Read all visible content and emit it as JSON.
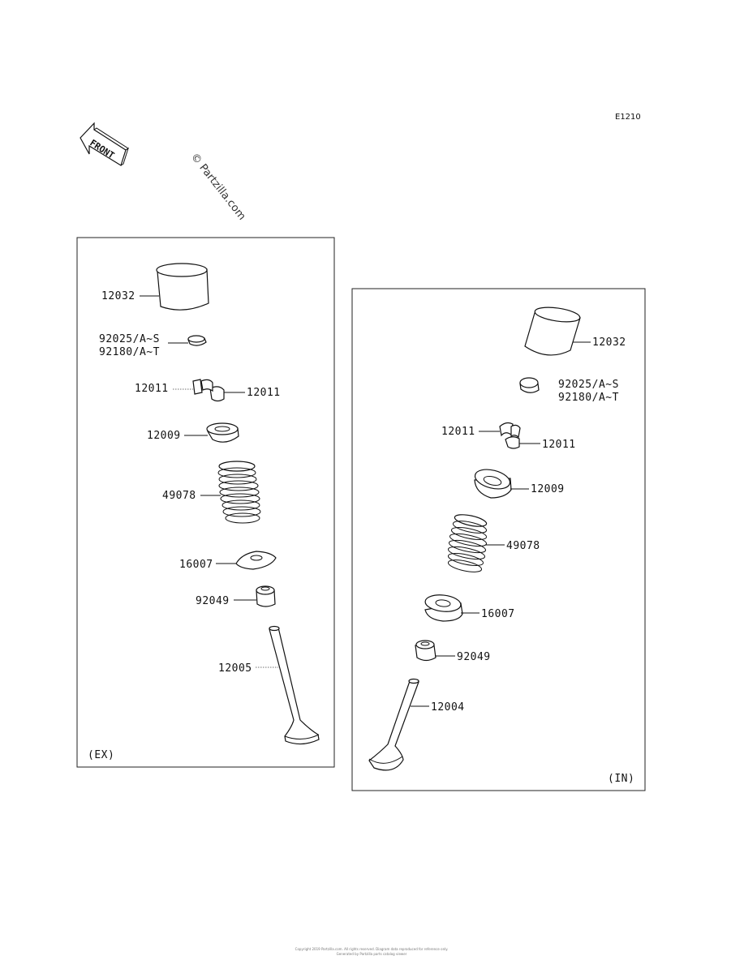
{
  "diagram_code": "E1210",
  "watermark": "© Partzilla.com",
  "front_label": "FRONT",
  "footer_line1": "Copyright 2019 Partzilla.com. All rights reserved. Diagram data reproduced for reference only.",
  "footer_line2": "Generated by Partzilla parts catalog viewer",
  "exhaust": {
    "section_label": "(EX)",
    "parts": {
      "tappet": "12032",
      "shim_a": "92025/A~S",
      "shim_b": "92180/A~T",
      "cotter_left": "12011",
      "cotter_right": "12011",
      "retainer": "12009",
      "spring": "49078",
      "spring_seat": "16007",
      "stem_seal": "92049",
      "valve": "12005"
    }
  },
  "intake": {
    "section_label": "(IN)",
    "parts": {
      "tappet": "12032",
      "shim_a": "92025/A~S",
      "shim_b": "92180/A~T",
      "cotter_left": "12011",
      "cotter_right": "12011",
      "retainer": "12009",
      "spring": "49078",
      "spring_seat": "16007",
      "stem_seal": "92049",
      "valve": "12004"
    }
  }
}
